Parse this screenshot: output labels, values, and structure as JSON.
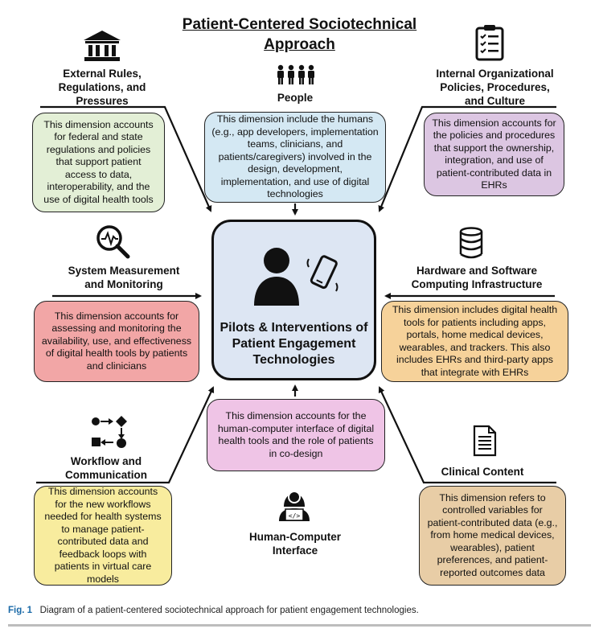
{
  "title_line1": "Patient-Centered Sociotechnical",
  "title_line2": "Approach",
  "center": {
    "line1": "Pilots & Interventions of",
    "line2": "Patient Engagement",
    "line3": "Technologies"
  },
  "dimensions": {
    "external": {
      "heading": [
        "External Rules,",
        "Regulations, and",
        "Pressures"
      ],
      "body": "This dimension accounts for federal and state regulations and policies that support patient access to data, interoperability, and the use of digital health tools",
      "color": "#e3efd6"
    },
    "people": {
      "heading": [
        "People"
      ],
      "body": "This dimension include the humans (e.g., app developers, implementation teams, clinicians, and patients/caregivers) involved in the design, development, implementation, and use of digital technologies",
      "color": "#d4e8f3"
    },
    "internal": {
      "heading": [
        "Internal Organizational",
        "Policies, Procedures,",
        "and Culture"
      ],
      "body": "This dimension accounts for the policies and procedures that support the ownership, integration, and use of patient-contributed data in EHRs",
      "color": "#dcc6e2"
    },
    "measurement": {
      "heading": [
        "System Measurement",
        "and Monitoring"
      ],
      "body": "This dimension accounts for assessing and monitoring the availability, use, and effectiveness of digital health tools by patients and clinicians",
      "color": "#f2a6a6"
    },
    "hardware": {
      "heading": [
        "Hardware and Software",
        "Computing Infrastructure"
      ],
      "body": "This dimension includes digital health tools for patients including apps, portals, home medical devices, wearables, and trackers. This also includes EHRs and third-party apps that integrate with EHRs",
      "color": "#f6d29a"
    },
    "hci": {
      "heading": [
        "Human-Computer",
        "Interface"
      ],
      "body": "This dimension accounts for the human-computer interface of digital health tools and the role of patients in co-design",
      "color": "#efc4e6"
    },
    "workflow": {
      "heading": [
        "Workflow and",
        "Communication"
      ],
      "body": "This dimension accounts for the new workflows needed for health systems to manage patient-contributed data and feedback loops with patients in virtual care models",
      "color": "#f8ec9e"
    },
    "clinical": {
      "heading": [
        "Clinical Content"
      ],
      "body": "This dimension refers to controlled variables for patient-contributed data (e.g., from home medical devices, wearables), patient preferences, and patient-reported outcomes data",
      "color": "#e8cda6"
    }
  },
  "caption": {
    "label": "Fig. 1",
    "text": "Diagram of a patient-centered sociotechnical approach for patient engagement technologies."
  }
}
